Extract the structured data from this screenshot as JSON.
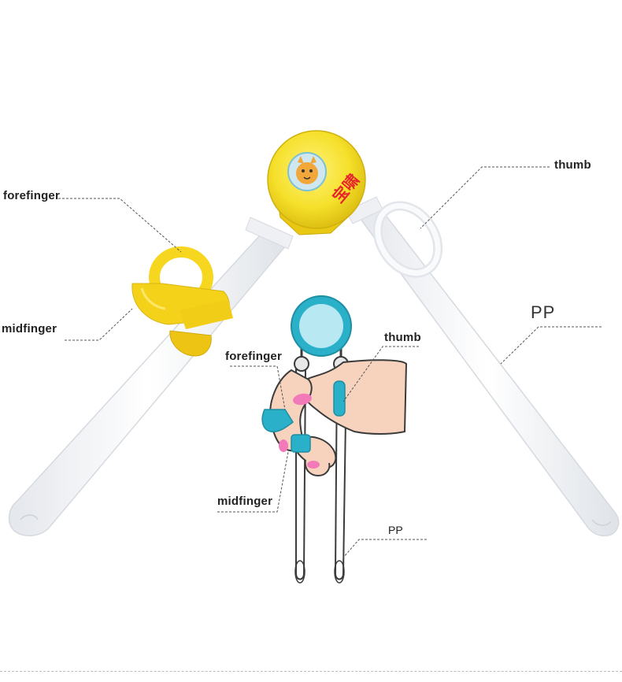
{
  "top_labels": {
    "forefinger": "forefinger",
    "midfinger": "midfinger",
    "thumb": "thumb",
    "pp": "PP"
  },
  "inset_labels": {
    "forefinger": "forefinger",
    "thumb": "thumb",
    "midfinger": "midfinger",
    "pp": "PP"
  },
  "logo_text": "宝啸",
  "colors": {
    "hub_yellow": "#f5e02a",
    "ring_yellow": "#f7d61f",
    "chopstick_white": "#f7f8fa",
    "inset_teal": "#2ab0c8",
    "skin": "#f7d3be",
    "nail_pink": "#f27ab8",
    "leader_line": "#555555"
  },
  "icons": [
    "lion-logo-icon"
  ]
}
